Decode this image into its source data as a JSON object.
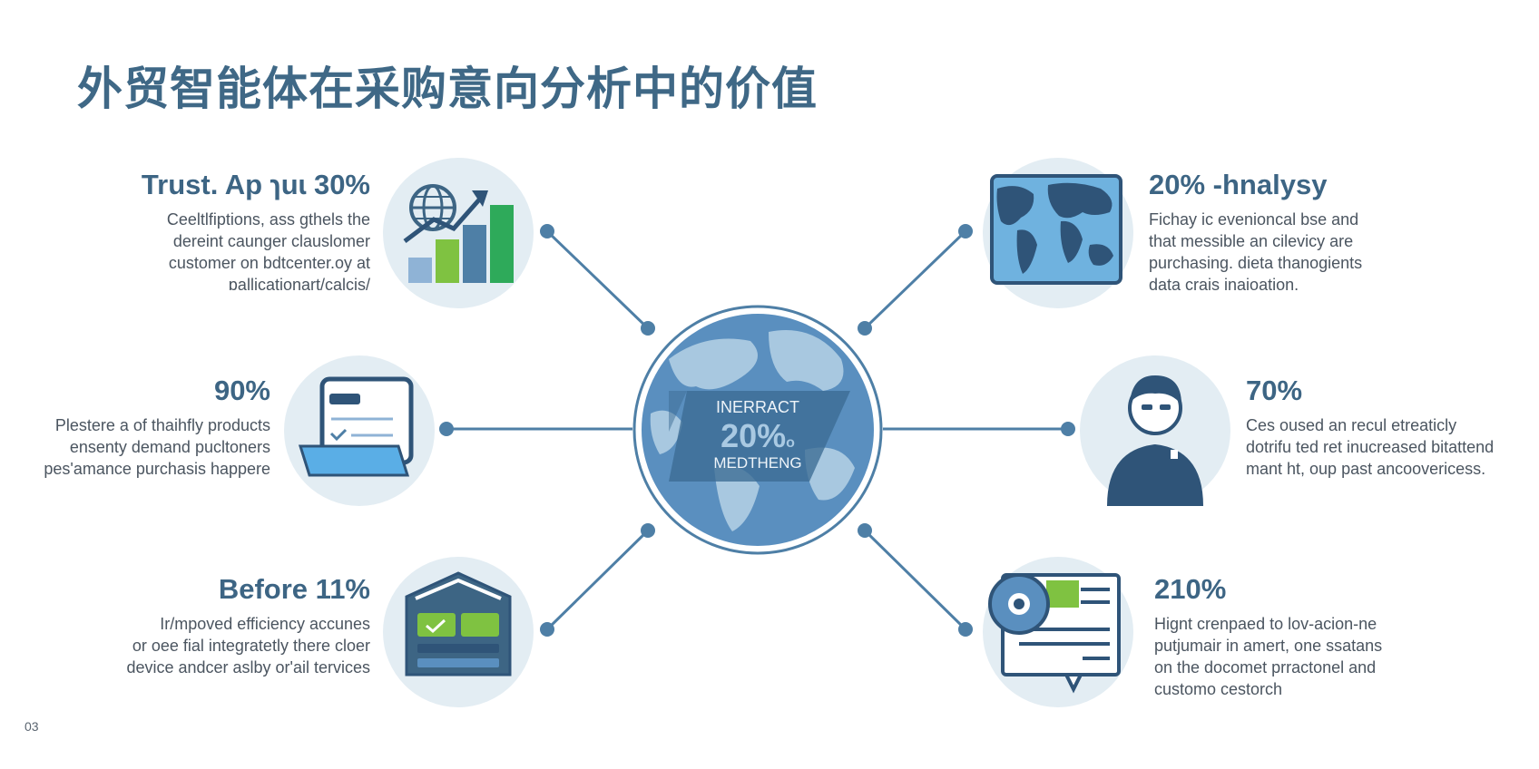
{
  "title": "外贸智能体在采购意向分析中的价值",
  "page_number": "03",
  "center": {
    "line1": "INERRACT",
    "value": "20%",
    "value_suffix": "o",
    "line3": "MEDTHENG"
  },
  "items": {
    "top_left": {
      "heading": "Trust. Ap ɿuɩ 30%",
      "lines": [
        "Ceeltlfiptions, ass gthels the",
        "dereint caunger clauslomer",
        "customer on bdtcenter.oy at",
        "ɒallicationart/calcis/"
      ],
      "icon": "globe-growth-chart-icon"
    },
    "mid_left": {
      "heading": "90%",
      "lines": [
        "Plestere a of thaihfly products",
        "ensenty demand pucltoners",
        "pes'amance purchasis happere"
      ],
      "icon": "laptop-document-icon"
    },
    "bottom_left": {
      "heading": "Before 11%",
      "lines": [
        "Ir/mpoved efficiency accunes",
        "or oee fial integratetly there cloer",
        "device andcer aslby or'ail tervices"
      ],
      "icon": "device-dashboard-icon"
    },
    "top_right": {
      "heading": "20% -hnalysy",
      "lines": [
        "Fichay ic evenioncal bse and",
        "that messible an cilevicy are",
        "purchasing. dieta thanogients",
        "data crais inaioation."
      ],
      "icon": "world-map-icon"
    },
    "mid_right": {
      "heading": "70%",
      "lines": [
        "Ces oused an recul etreaticly",
        "dotrifu ted ret inucreased bitattend",
        "mant ht, oup past ancoovericess."
      ],
      "icon": "person-silhouette-icon"
    },
    "bottom_right": {
      "heading": "210%",
      "lines": [
        "Hignt crenpaed to lov-acion-ne",
        "putjumair in amert, one ssatans",
        "on the docomet prractonel and",
        "customo cestorch"
      ],
      "icon": "gear-document-icon"
    }
  },
  "colors": {
    "title": "#3f6886",
    "heading": "#3d6584",
    "connector": "#4e7fa6",
    "circle_bg": "#e3edf3",
    "green": "#7fc241",
    "blue_dark": "#2f5478"
  }
}
